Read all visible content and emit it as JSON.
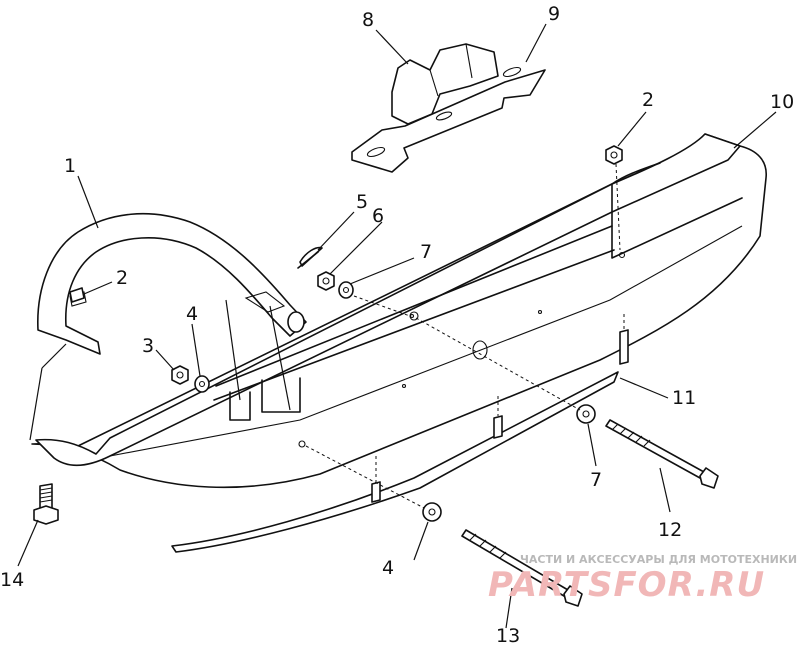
{
  "diagram": {
    "callouts": [
      {
        "id": "c8",
        "label": "8"
      },
      {
        "id": "c9",
        "label": "9"
      },
      {
        "id": "c2a",
        "label": "2"
      },
      {
        "id": "c10",
        "label": "10"
      },
      {
        "id": "c1",
        "label": "1"
      },
      {
        "id": "c5",
        "label": "5"
      },
      {
        "id": "c6",
        "label": "6"
      },
      {
        "id": "c7a",
        "label": "7"
      },
      {
        "id": "c2b",
        "label": "2"
      },
      {
        "id": "c4a",
        "label": "4"
      },
      {
        "id": "c3",
        "label": "3"
      },
      {
        "id": "c11",
        "label": "11"
      },
      {
        "id": "c7b",
        "label": "7"
      },
      {
        "id": "c12",
        "label": "12"
      },
      {
        "id": "c14",
        "label": "14"
      },
      {
        "id": "c4b",
        "label": "4"
      },
      {
        "id": "c13",
        "label": "13"
      }
    ]
  },
  "watermark": {
    "tagline": "ЧАСТИ И АКСЕССУАРЫ ДЛЯ МОТОТЕХНИКИ",
    "brand": "PARTSFOR.RU",
    "color": "#e88a8a"
  }
}
